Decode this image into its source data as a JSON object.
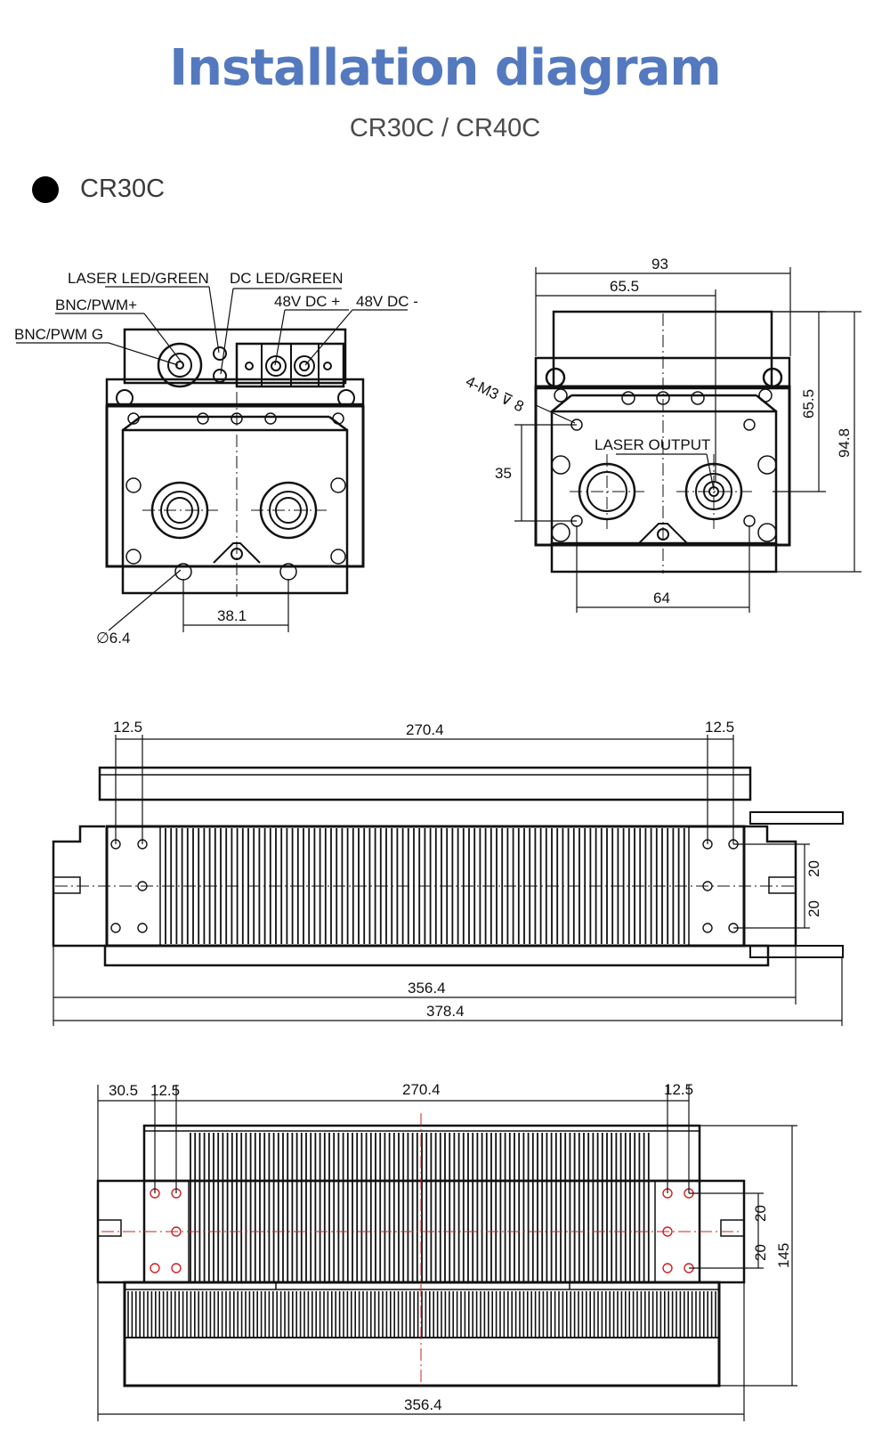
{
  "page": {
    "title": "Installation diagram",
    "subtitle": "CR30C / CR40C",
    "model_label": "CR30C"
  },
  "colors": {
    "title": "#5479bf",
    "line": "#111111",
    "centerline": "#d02020"
  },
  "front_view": {
    "labels": {
      "laser_led": "LASER LED/GREEN",
      "dc_led": "DC LED/GREEN",
      "bnc_pwm_plus": "BNC/PWM+",
      "bnc_pwm_g": "BNC/PWM G",
      "dc_plus": "48V DC +",
      "dc_minus": "48V  DC -",
      "hole_dia": "∅6.4"
    },
    "dims": {
      "hole_spacing": "38.1"
    }
  },
  "rear_view": {
    "labels": {
      "screw": "4-M3 ⊽ 8",
      "laser_output": "LASER OUTPUT"
    },
    "dims": {
      "width": "93",
      "center_offset": "65.5",
      "height_half": "65.5",
      "height_total": "94.8",
      "hole_vert": "35",
      "hole_horiz": "64"
    }
  },
  "top_view": {
    "dims": {
      "left_margin": "12.5",
      "hole_span": "270.4",
      "right_margin": "12.5",
      "row_a": "20",
      "row_b": "20",
      "body_len": "356.4",
      "total_len": "378.4"
    }
  },
  "bottom_view": {
    "dims": {
      "edge": "30.5",
      "left_margin": "12.5",
      "hole_span": "270.4",
      "right_margin": "12.5",
      "row_a": "20",
      "row_b": "20",
      "height": "145",
      "body_len": "356.4"
    }
  }
}
